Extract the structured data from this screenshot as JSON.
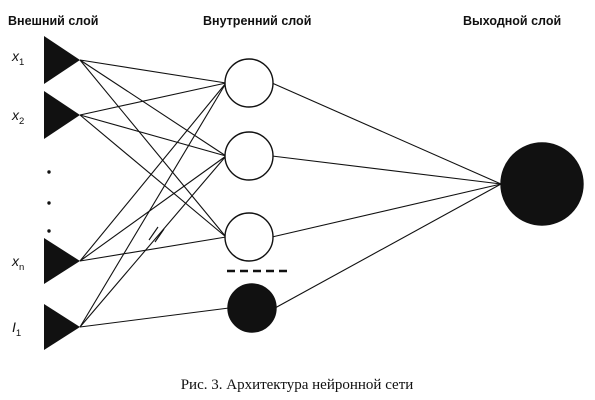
{
  "headers": {
    "input": "Внешний слой",
    "hidden": "Внутренний слой",
    "output": "Выходной слой"
  },
  "inputs": [
    {
      "id": "x1",
      "var": "x",
      "sub": "1"
    },
    {
      "id": "x2",
      "var": "x",
      "sub": "2"
    },
    {
      "id": "xn",
      "var": "x",
      "sub": "n"
    },
    {
      "id": "I1",
      "var": "I",
      "sub": "1"
    }
  ],
  "hidden_nodes": [
    {
      "id": "h1",
      "filled": false
    },
    {
      "id": "h2",
      "filled": false
    },
    {
      "id": "h3",
      "filled": false
    },
    {
      "id": "h4",
      "filled": true
    }
  ],
  "output_nodes": [
    {
      "id": "o1",
      "filled": true
    }
  ],
  "edges": [
    [
      "x1",
      "h1"
    ],
    [
      "x1",
      "h2"
    ],
    [
      "x1",
      "h3"
    ],
    [
      "x2",
      "h1"
    ],
    [
      "x2",
      "h2"
    ],
    [
      "x2",
      "h3"
    ],
    [
      "xn",
      "h1"
    ],
    [
      "xn",
      "h2"
    ],
    [
      "xn",
      "h3"
    ],
    [
      "I1",
      "h1"
    ],
    [
      "I1",
      "h2"
    ],
    [
      "I1",
      "h4"
    ],
    [
      "h1",
      "o1"
    ],
    [
      "h2",
      "o1"
    ],
    [
      "h3",
      "o1"
    ],
    [
      "h4",
      "o1"
    ]
  ],
  "caption": "Рис. 3. Архитектура нейронной сети"
}
